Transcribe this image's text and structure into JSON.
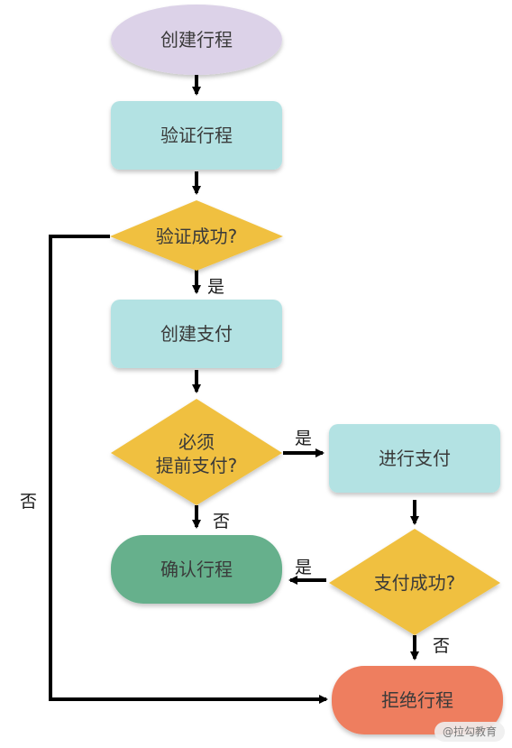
{
  "colors": {
    "oval": "#dcd2e8",
    "process": "#b3e2e3",
    "decision": "#f0c040",
    "confirm": "#66b08c",
    "reject": "#ee7e5e",
    "line": "#000000"
  },
  "nodes": {
    "create_trip": "创建行程",
    "verify_trip": "验证行程",
    "verify_success": "验证成功?",
    "create_payment": "创建支付",
    "payment_required_line1": "必须",
    "payment_required_line2": "提前支付?",
    "make_payment": "进行支付",
    "confirm_trip": "确认行程",
    "payment_success": "支付成功?",
    "reject_trip": "拒绝行程"
  },
  "edge_labels": {
    "verify_yes": "是",
    "verify_no": "否",
    "required_yes": "是",
    "required_no": "否",
    "payment_yes": "是",
    "payment_no": "否"
  },
  "watermark": "@拉勾教育"
}
